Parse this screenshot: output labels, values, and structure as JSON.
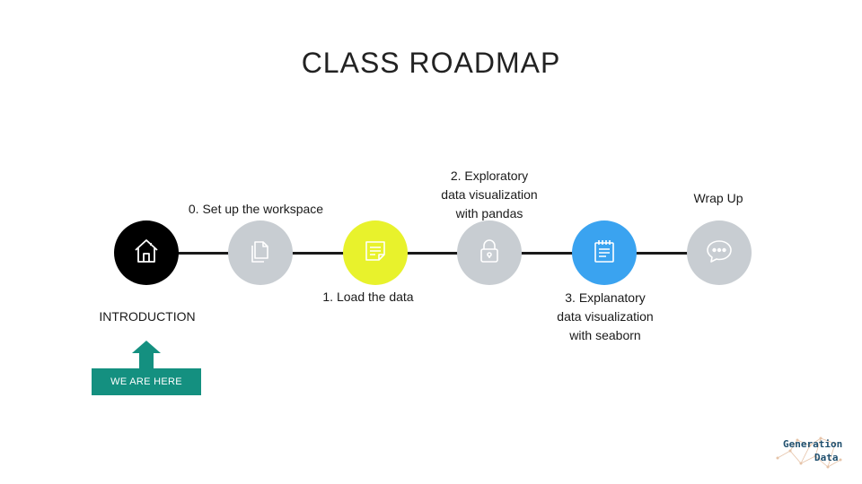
{
  "title": "CLASS ROADMAP",
  "steps": [
    {
      "label": "INTRODUCTION",
      "icon": "home-icon",
      "color": "#000000"
    },
    {
      "label": "0. Set up the workspace",
      "icon": "copy-files-icon",
      "color": "#c8cdd2"
    },
    {
      "label": "1. Load the data",
      "icon": "note-icon",
      "color": "#e8f22c"
    },
    {
      "label_lines": [
        "2. Exploratory",
        "data visualization",
        "with pandas"
      ],
      "icon": "lock-icon",
      "color": "#c8cdd2"
    },
    {
      "label_lines": [
        "3. Explanatory",
        "data visualization",
        "with seaborn"
      ],
      "icon": "notepad-icon",
      "color": "#3aa3f0"
    },
    {
      "label": "Wrap Up",
      "icon": "chat-bubble-icon",
      "color": "#c8cdd2"
    }
  ],
  "marker": {
    "label": "WE ARE HERE",
    "color": "#149080"
  },
  "logo": {
    "line1": "Generation",
    "line2": "Data"
  }
}
